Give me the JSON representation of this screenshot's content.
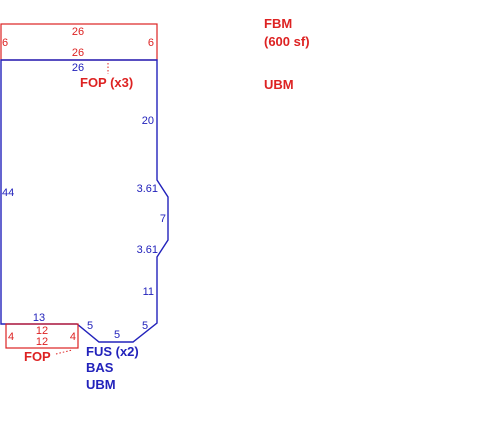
{
  "colors": {
    "red": "#dd2222",
    "blue": "#2222bb"
  },
  "legend": {
    "line1": "FBM",
    "line2": "(600 sf)",
    "line3": "UBM"
  },
  "fop_top": {
    "top_width": "26",
    "bottom_width": "26",
    "left_height": "6",
    "right_height": "6",
    "label": "FOP (x3)"
  },
  "fop_bottom": {
    "left_height": "4",
    "right_height": "4",
    "top_width": "12",
    "bottom_width": "12",
    "label": "FOP"
  },
  "main": {
    "top_width": "26",
    "left_height": "44",
    "right_upper": "20",
    "chamfer_upper": "3.61",
    "right_mid": "7",
    "chamfer_lower": "3.61",
    "right_lower": "11",
    "bottom_left": "13",
    "bottom_diag_left": "5",
    "bottom_mid": "5",
    "bottom_diag_right": "5",
    "label1": "FUS (x2)",
    "label2": "BAS",
    "label3": "UBM"
  }
}
